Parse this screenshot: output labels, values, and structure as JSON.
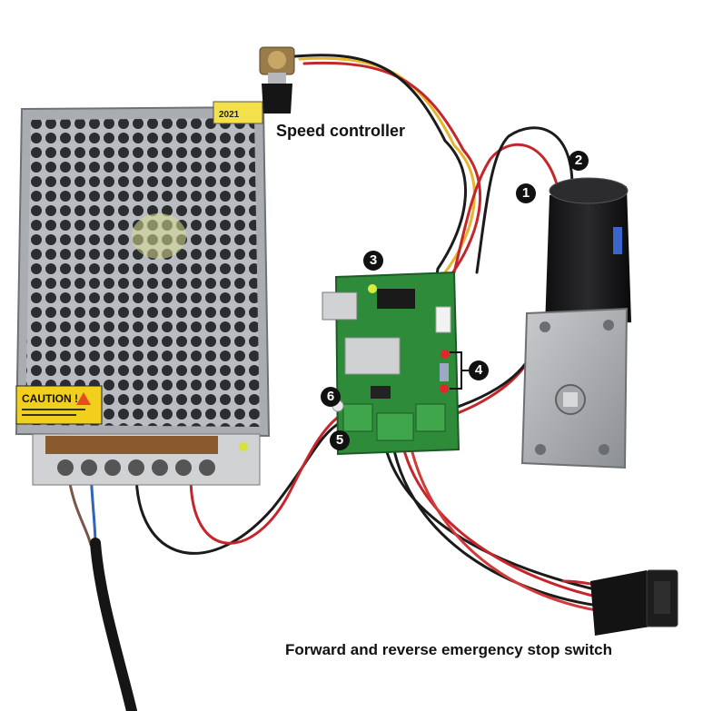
{
  "labels": {
    "speed_controller": "Speed controller",
    "switch": "Forward and reverse emergency stop switch"
  },
  "badges": [
    "1",
    "2",
    "3",
    "4",
    "5",
    "6"
  ],
  "power_supply": {
    "caution": "CAUTION !",
    "sticker": "2021"
  },
  "colors": {
    "wire_red": "#c4262b",
    "wire_black": "#1b1b1b",
    "wire_yellow": "#e5b52b",
    "pcb_green": "#2e8b3a",
    "led_red": "#e2262a"
  }
}
